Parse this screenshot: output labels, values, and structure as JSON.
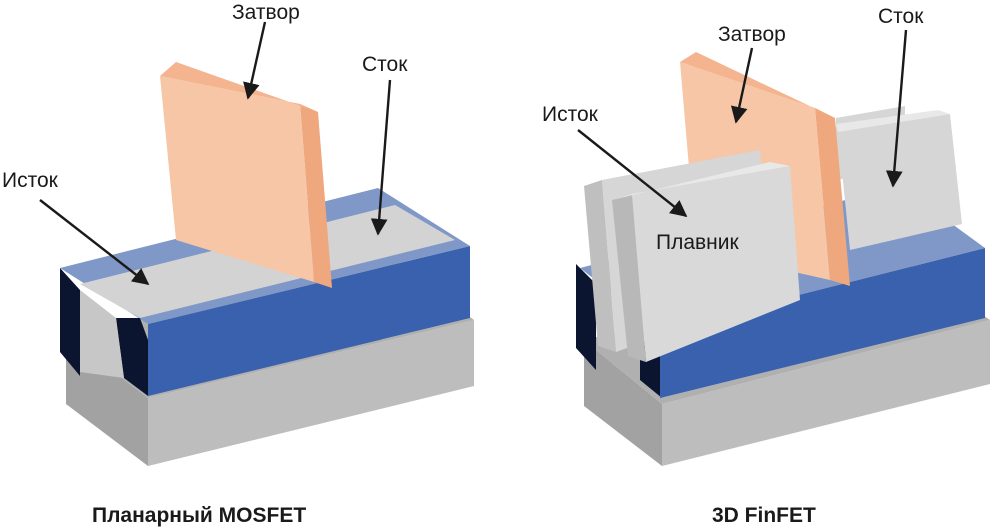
{
  "planar": {
    "caption": "Планарный MOSFET",
    "labels": {
      "gate": "Затвор",
      "drain": "Сток",
      "source": "Исток"
    }
  },
  "finfet": {
    "caption": "3D FinFET",
    "labels": {
      "gate": "Затвор",
      "drain": "Сток",
      "source": "Исток",
      "fin": "Плавник"
    }
  },
  "colors": {
    "gate": "#f7c6a6",
    "gate_side": "#efa87e",
    "oxide_top": "#7f98c8",
    "oxide_front": "#3a61ad",
    "substrate_front": "#bdbdbd",
    "substrate_side": "#a2a2a2",
    "fin": "#d6d6d6",
    "trench": "#0c1530"
  }
}
